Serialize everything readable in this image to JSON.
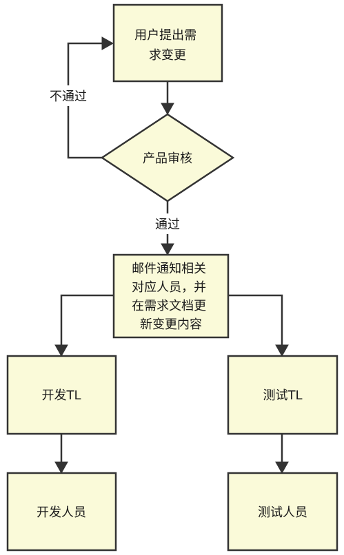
{
  "nodes": {
    "request": {
      "lines": [
        "用户提出需",
        "求变更"
      ]
    },
    "review": {
      "lines": [
        "产品审核"
      ]
    },
    "notify": {
      "lines": [
        "邮件通知相关",
        "对应人员，并",
        "在需求文档更",
        "新变更内容"
      ]
    },
    "dev_tl": {
      "lines": [
        "开发TL"
      ]
    },
    "test_tl": {
      "lines": [
        "测试TL"
      ]
    },
    "developers": {
      "lines": [
        "开发人员"
      ]
    },
    "testers": {
      "lines": [
        "测试人员"
      ]
    }
  },
  "edges": {
    "fail_label": "不通过",
    "pass_label": "通过"
  },
  "colors": {
    "node_fill": "#fafad9",
    "stroke": "#333333",
    "text": "#1a1a1a"
  }
}
